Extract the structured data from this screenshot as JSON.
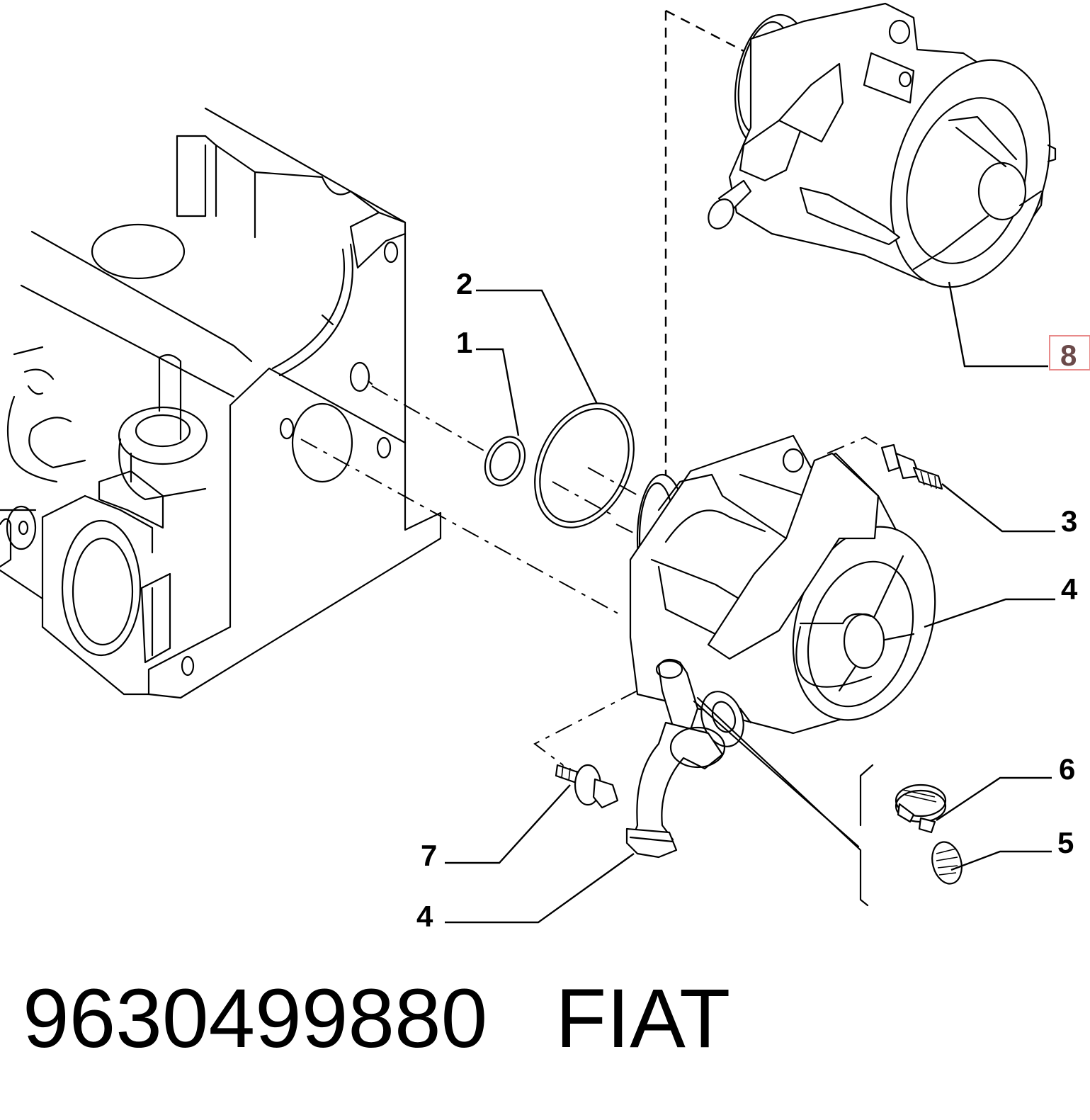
{
  "callouts": [
    {
      "label": "1"
    },
    {
      "label": "2"
    },
    {
      "label": "3"
    },
    {
      "label": "4"
    },
    {
      "label": "4"
    },
    {
      "label": "5"
    },
    {
      "label": "6"
    },
    {
      "label": "7"
    },
    {
      "label": "8",
      "highlighted": true
    }
  ],
  "footer": {
    "part_number": "9630499880",
    "brand": "FIAT"
  },
  "colors": {
    "highlight_box": "#e88a8a",
    "highlight_text": "#6b4a4a"
  }
}
